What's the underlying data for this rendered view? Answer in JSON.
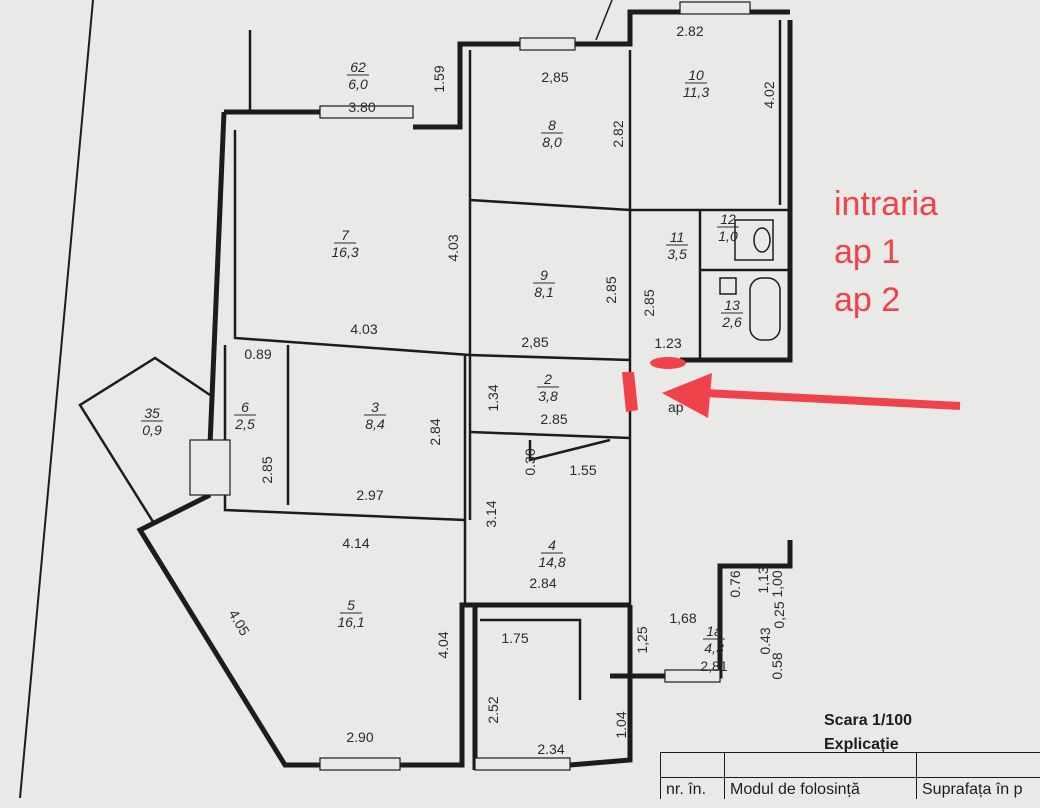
{
  "rooms": [
    {
      "id": "62",
      "area": "6,0"
    },
    {
      "id": "8",
      "area": "8,0"
    },
    {
      "id": "10",
      "area": "11,3"
    },
    {
      "id": "7",
      "area": "16,3"
    },
    {
      "id": "9",
      "area": "8,1"
    },
    {
      "id": "11",
      "area": "3,5"
    },
    {
      "id": "12",
      "area": "1,0"
    },
    {
      "id": "13",
      "area": "2,6"
    },
    {
      "id": "35",
      "area": "0,9"
    },
    {
      "id": "6",
      "area": "2,5"
    },
    {
      "id": "3",
      "area": "8,4"
    },
    {
      "id": "2",
      "area": "3,8"
    },
    {
      "id": "4",
      "area": "14,8"
    },
    {
      "id": "5",
      "area": "16,1"
    },
    {
      "id": "1a",
      "area": "4,3"
    }
  ],
  "dimensions": [
    "2.82",
    "2,85",
    "4.02",
    "1.59",
    "3.80",
    "2.82",
    "4.03",
    "2.85",
    "2.85",
    "4.03",
    "2,85",
    "1.23",
    "0.89",
    "1.34",
    "2.84",
    "2.85",
    "2.85",
    "0.30",
    "1.55",
    "2.97",
    "3.14",
    "4.14",
    "2.84",
    "0.76",
    "1,13",
    "1,00",
    "1,68",
    "1,25",
    "0.43",
    "0,25",
    "0.58",
    "2,81",
    "4.05",
    "4.04",
    "1.75",
    "2.52",
    "1.04",
    "2.90",
    "2.34"
  ],
  "annotation": {
    "lines": [
      "intraria",
      "ap 1",
      "ap 2"
    ],
    "door_label": "ap",
    "color": "#f0424a"
  },
  "legend": {
    "scale": "Scara 1/100",
    "title": "Explicație",
    "col1": "nr. în.",
    "col2": "Modul de folosință",
    "col3": "Suprafața în p"
  }
}
